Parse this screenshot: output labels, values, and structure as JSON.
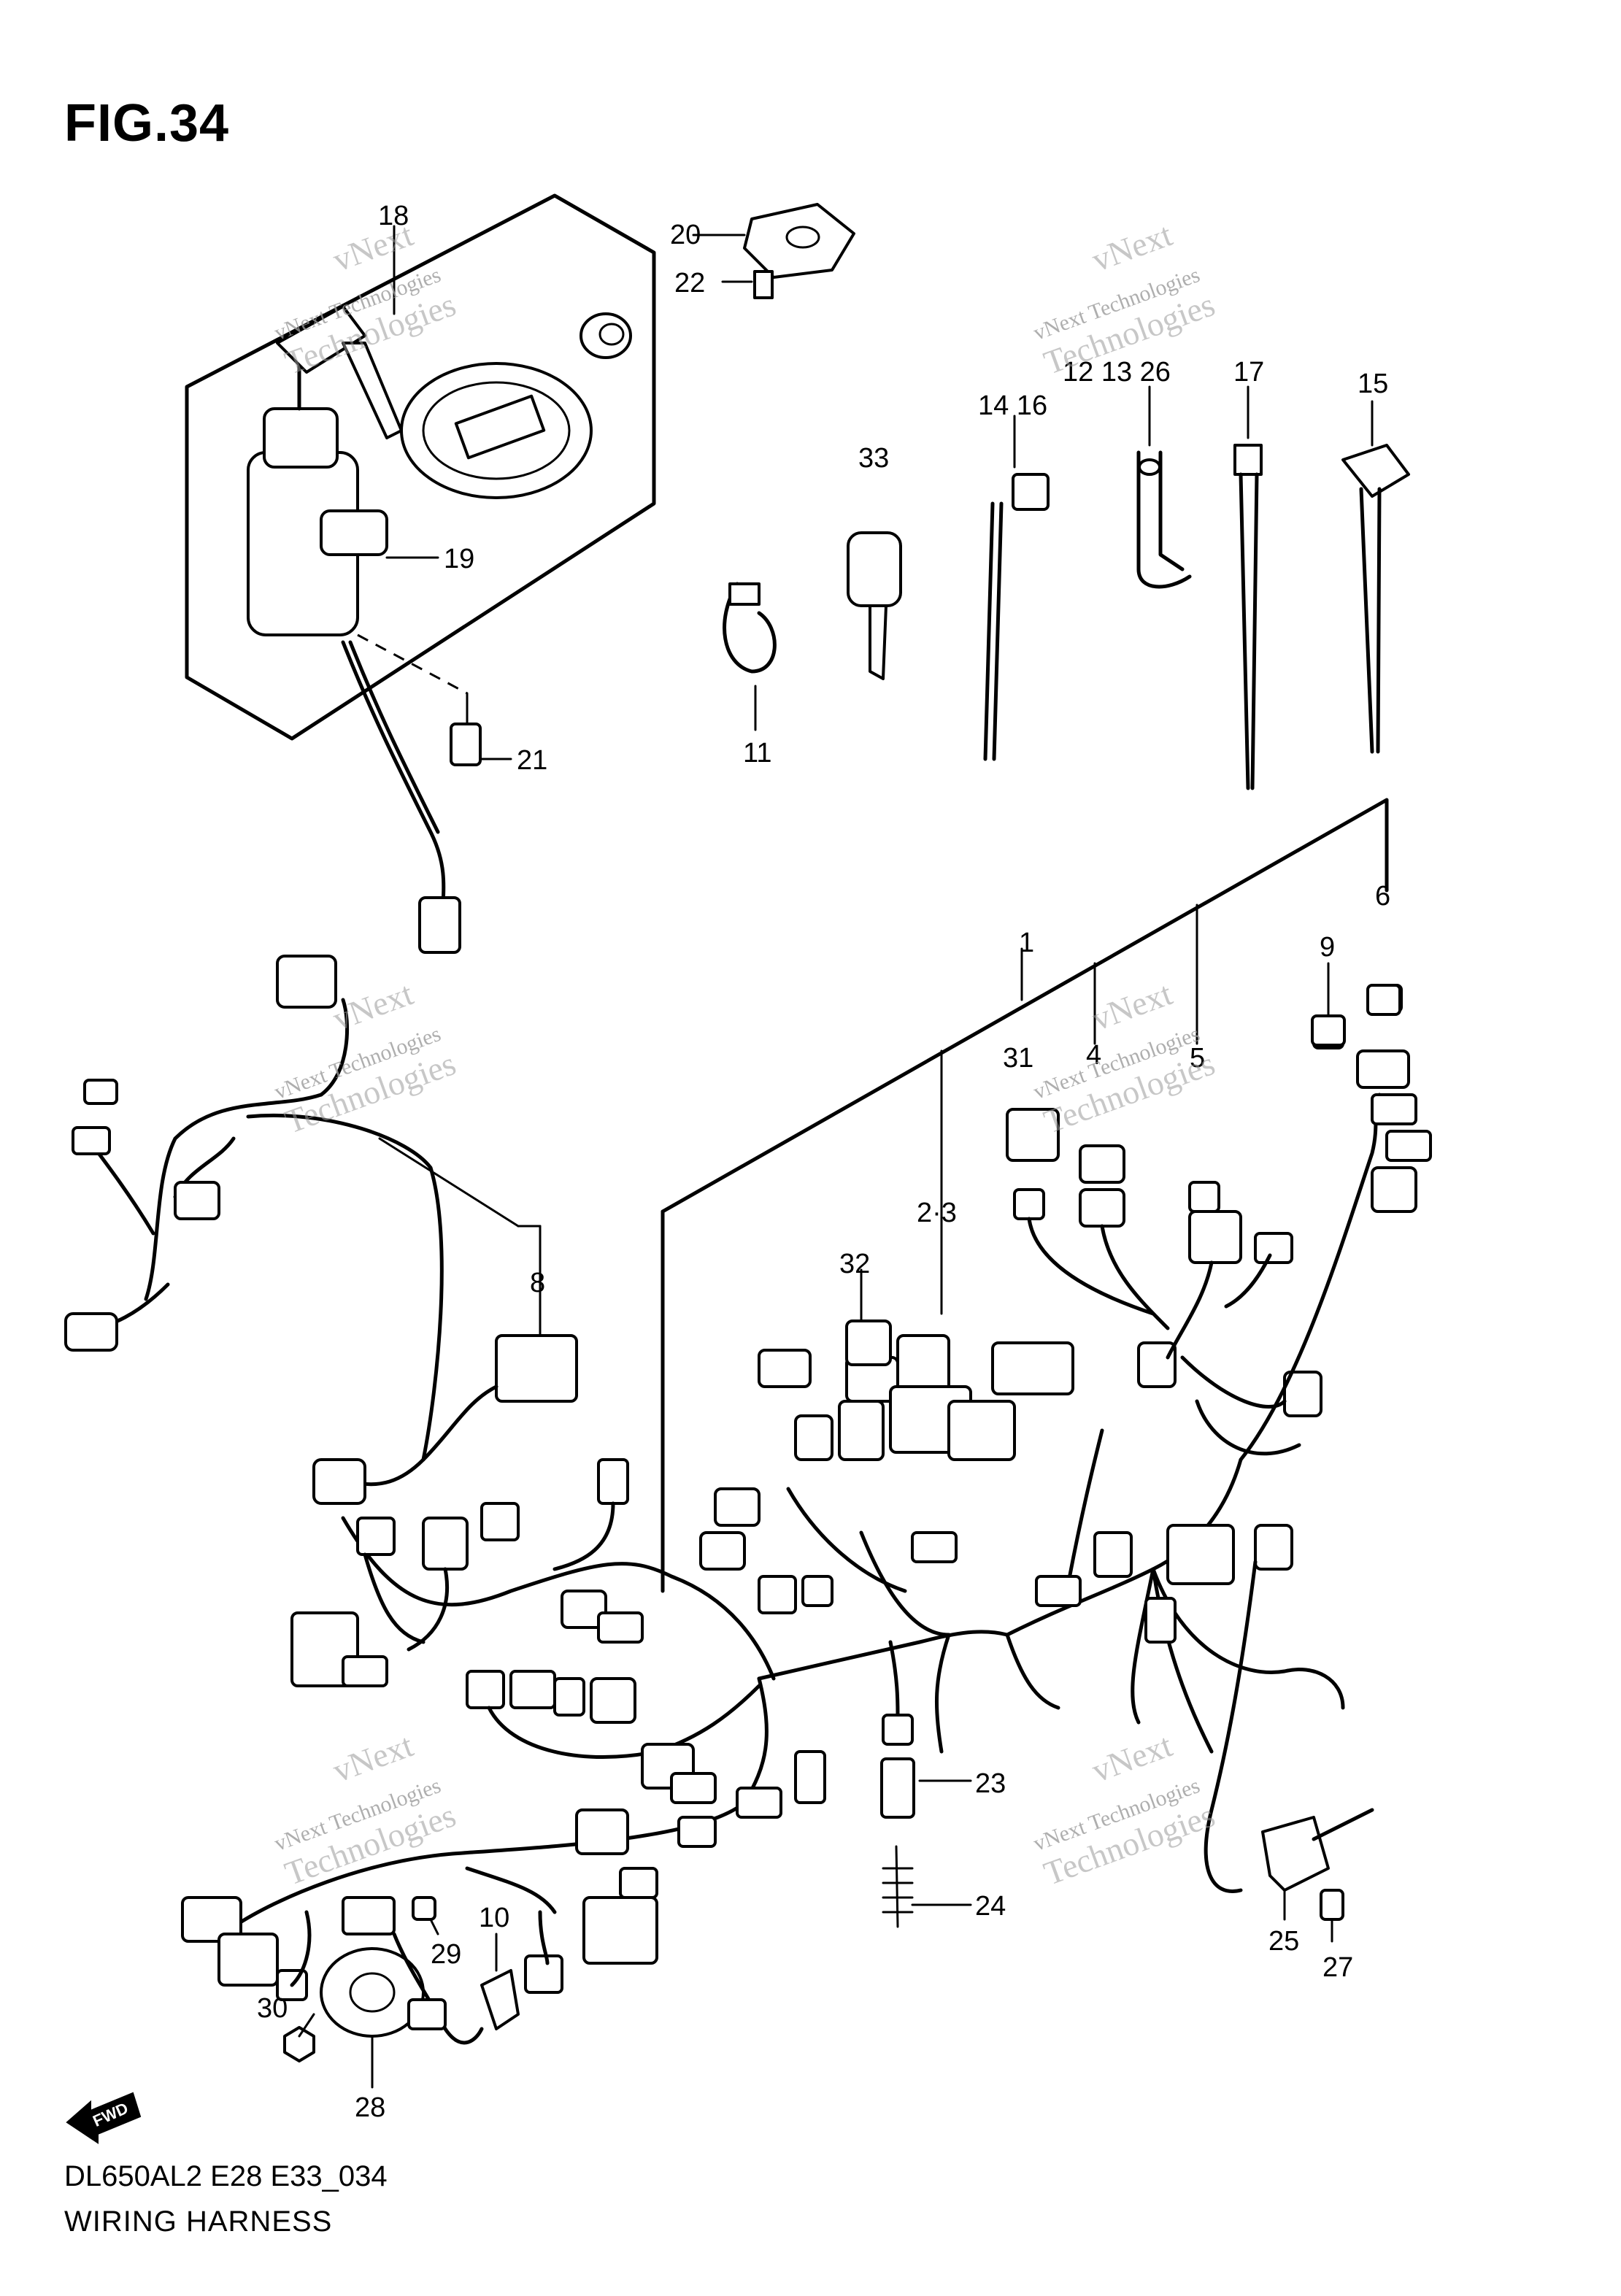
{
  "figure": {
    "title": "FIG.34",
    "model_code": "DL650AL2 E28 E33_034",
    "name": "WIRING HARNESS"
  },
  "watermark": {
    "line1": "vNext",
    "line2": "vNext Technologies",
    "line3": "Technologies"
  },
  "orientation": {
    "label": "FWD"
  },
  "callouts": [
    "18",
    "20",
    "22",
    "19",
    "21",
    "33",
    "14 16",
    "12 13 26",
    "17",
    "15",
    "11",
    "1",
    "6",
    "9",
    "31",
    "4",
    "5",
    "2·3",
    "32",
    "8",
    "23",
    "24",
    "25",
    "27",
    "29",
    "10",
    "30",
    "28"
  ]
}
